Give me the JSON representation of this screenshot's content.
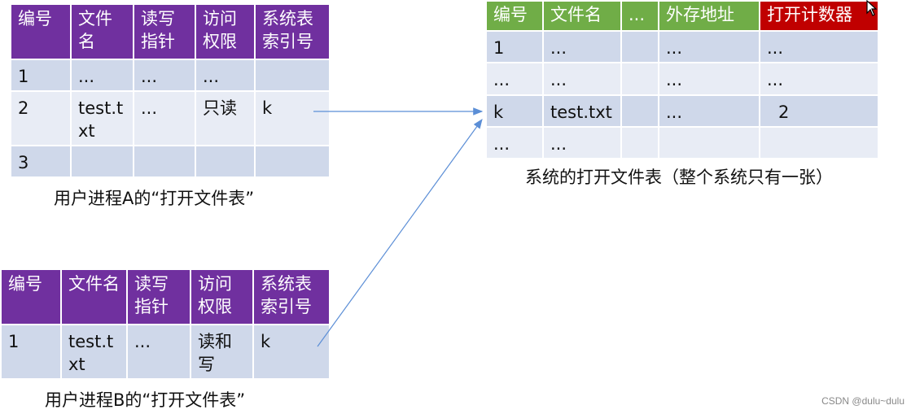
{
  "table_a": {
    "headers": [
      "编号",
      "文件名",
      "读写指针",
      "访问权限",
      "系统表索引号"
    ],
    "rows": [
      [
        "1",
        "...",
        "...",
        "...",
        ""
      ],
      [
        "2",
        "test.txt",
        "...",
        "只读",
        "k"
      ],
      [
        "3",
        "",
        "",
        "",
        ""
      ]
    ],
    "caption": "用户进程A的“打开文件表”"
  },
  "table_b": {
    "headers": [
      "编号",
      "文件名",
      "读写指针",
      "访问权限",
      "系统表索引号"
    ],
    "rows": [
      [
        "1",
        "test.txt",
        "...",
        "读和写",
        "k"
      ]
    ],
    "caption": "用户进程B的“打开文件表”"
  },
  "system_table": {
    "headers": [
      "编号",
      "文件名",
      "...",
      "外存地址",
      "打开计数器"
    ],
    "rows": [
      [
        "1",
        "...",
        "",
        "...",
        "..."
      ],
      [
        "...",
        "...",
        "",
        "...",
        "..."
      ],
      [
        "k",
        "test.txt",
        "",
        "...",
        "2"
      ],
      [
        "...",
        "...",
        "",
        "",
        ""
      ]
    ],
    "caption": "系统的打开文件表（整个系统只有一张）"
  },
  "colors": {
    "user_header": "#70309f",
    "system_header": "#70ad47",
    "counter_header": "#c00000",
    "row_light": "#e8ecf5",
    "row_dark": "#cfd8ea",
    "arrow": "#5b8ed6"
  },
  "watermark": "CSDN @dulu~dulu"
}
